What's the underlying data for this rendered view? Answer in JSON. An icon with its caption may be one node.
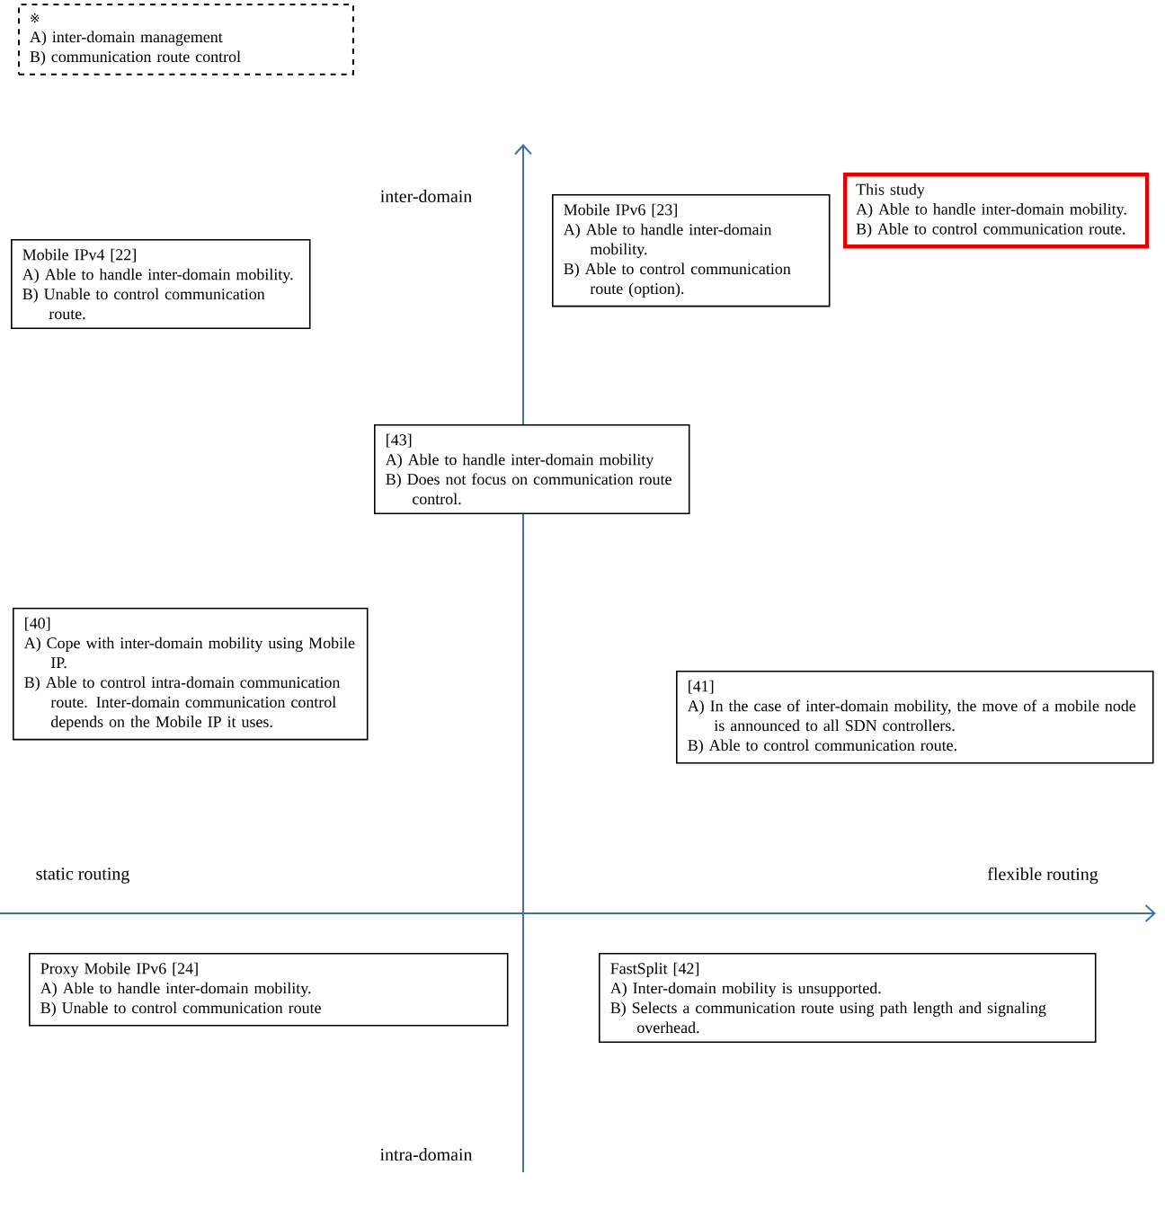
{
  "diagram": {
    "nodes": [
      {
        "text": [
          "※",
          "A) inter-domain management",
          "B) communication route control"
        ]
      },
      {
        "text": [
          "Mobile IPv4 [22]",
          "A) Able to handle inter-domain mobility.",
          "B) Unable to control communication route."
        ]
      },
      {
        "text": [
          "Mobile IPv6 [23]",
          "A) Able to handle inter-domain mobility.",
          "B) Able to control communication route (option)."
        ]
      },
      {
        "text": [
          "This study",
          "A) Able to handle inter-domain mobility.",
          "B) Able to control communication route."
        ]
      },
      {
        "text": [
          "[43]",
          "A) Able to handle inter-domain mobility",
          "B) Does not focus on communication route control."
        ]
      },
      {
        "text": [
          "[40]",
          "A) Cope with inter-domain mobility using Mobile IP.",
          "B) Able to control intra-domain communication route. Inter-domain communication control depends on the Mobile IP it uses."
        ]
      },
      {
        "text": [
          "[41]",
          "A) In the case of inter-domain mobility, the move of a mobile node is announced to all SDN controllers.",
          "B) Able to control communication route."
        ]
      },
      {
        "text": [
          "Proxy Mobile IPv6 [24]",
          "A) Able to handle inter-domain mobility.",
          "B) Unable to control communication route"
        ]
      },
      {
        "text": [
          "FastSplit [42]",
          "A) Inter-domain mobility is unsupported.",
          "B) Selects a communication route using path length and signaling overhead."
        ]
      }
    ],
    "edges": [],
    "labels": [
      "inter-domain",
      "static routing",
      "flexible routing",
      "intra-domain"
    ]
  }
}
